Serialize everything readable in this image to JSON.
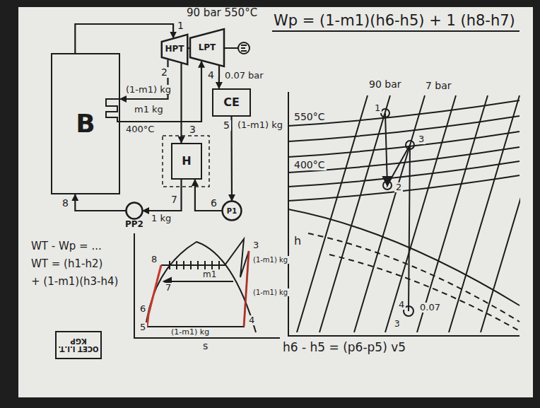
{
  "diagram": {
    "nodes": [
      {
        "text": [
          "B"
        ]
      },
      {
        "text": [
          "HPT"
        ]
      },
      {
        "text": [
          "LPT"
        ]
      },
      {
        "text": [
          "CE"
        ]
      },
      {
        "text": [
          "H"
        ]
      },
      {
        "text": [
          "P1"
        ]
      },
      {
        "text": [
          "PP2"
        ]
      },
      {
        "text": [
          "OCET I.I.T. KGP"
        ]
      }
    ],
    "edges": [
      {
        "from": 0,
        "to": 1,
        "arrow": "to"
      },
      {
        "from": 1,
        "to": 0,
        "arrow": "to"
      },
      {
        "from": 0,
        "to": 2,
        "arrow": "to"
      },
      {
        "from": 1,
        "to": 4,
        "arrow": "to"
      },
      {
        "from": 2,
        "to": 3,
        "arrow": "to"
      },
      {
        "from": 3,
        "to": 5,
        "arrow": "to"
      },
      {
        "from": 5,
        "to": 4,
        "arrow": "to"
      },
      {
        "from": 4,
        "to": 6,
        "arrow": "to"
      },
      {
        "from": 6,
        "to": 0,
        "arrow": "to"
      },
      {
        "from": 1,
        "to": 2,
        "arrow": "none"
      }
    ],
    "labels": [
      "Wp = (1-m1)(h6-h5) + 1 (h8-h7)",
      "90 bar 550°C",
      "1",
      "2",
      "(1-m1) kg",
      "m1 kg",
      "400°C",
      "3",
      "4",
      "0.07 bar",
      "5",
      "(1-m1) kg",
      "6",
      "7",
      "1 kg",
      "8",
      "WT - Wp = ...",
      "WT = (h1-h2)",
      "+ (1-m1)(h3-h4)",
      "8",
      "7",
      "6",
      "5",
      "3",
      "4",
      "m1",
      "(1-m1) kg",
      "(1-m1) kg",
      "(1-m1) kg",
      "s",
      "h6 - h5 = (p6-p5) v5",
      "90 bar",
      "7 bar",
      "550°C",
      "400°C",
      "h",
      "1",
      "3",
      "2",
      "4",
      "0.07",
      "3"
    ]
  }
}
